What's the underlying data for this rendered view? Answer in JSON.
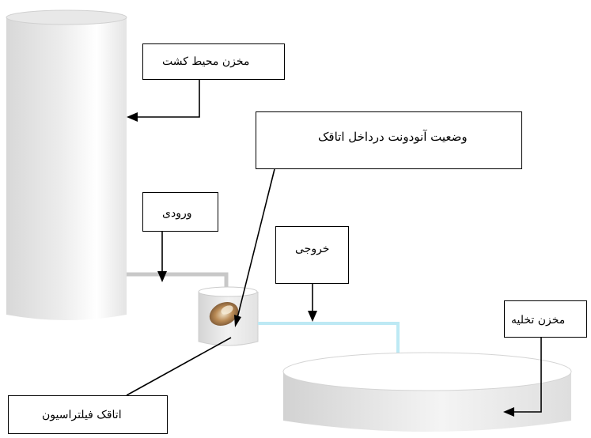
{
  "labels": {
    "storage_tank": "مخزن محیط کشت",
    "anode_state": "وضعیت آنودونت درداخل اتاقک",
    "inlet": "ورودی",
    "outlet": "خروجی",
    "drain_tank": "مخزن تخلیه",
    "filtration_chamber": "اتاقک فیلتراسیون"
  },
  "colors": {
    "inlet_pipe": "#c8c8c8",
    "outlet_pipe": "#bde9f4",
    "tank_fill_dark": "#cfcfcf",
    "tank_fill_light": "#ffffff"
  }
}
